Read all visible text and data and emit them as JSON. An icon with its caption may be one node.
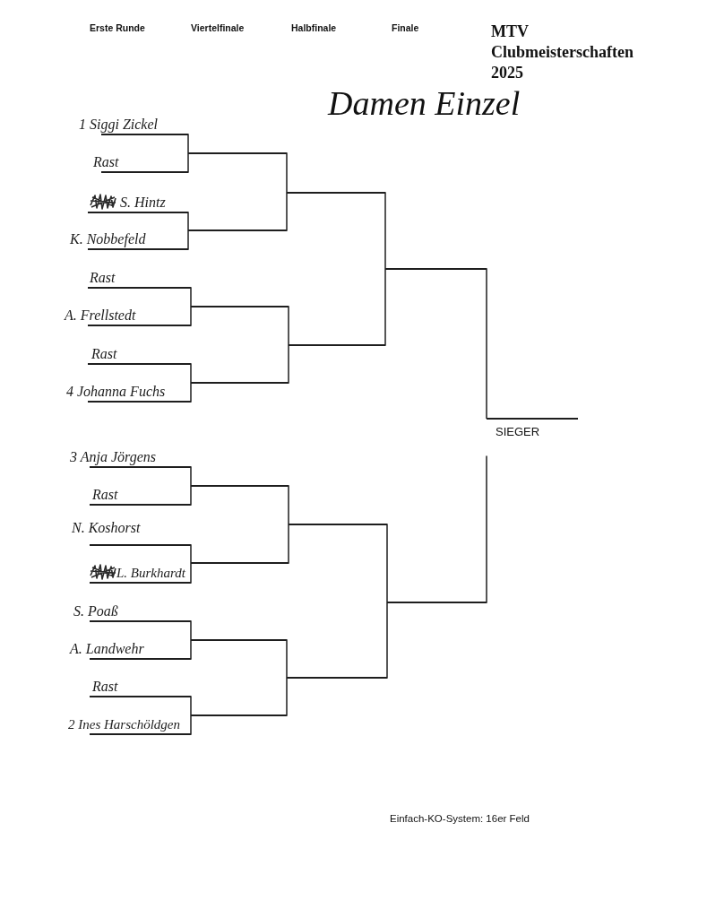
{
  "diagram": {
    "title": "MTV Clubmeisterschaften 2025",
    "caption": "Einfach-KO-System: 16er Feld",
    "nodes": [
      {
        "text": [
          "1 Siggi Zickel"
        ]
      },
      {
        "text": [
          "Rast"
        ]
      },
      {
        "text": [
          "S. Hintz"
        ]
      },
      {
        "text": [
          "K. Nobbefeld"
        ]
      },
      {
        "text": [
          "Rast"
        ]
      },
      {
        "text": [
          "A. Frellstedt"
        ]
      },
      {
        "text": [
          "Rast"
        ]
      },
      {
        "text": [
          "4 Johanna Fuchs"
        ]
      },
      {
        "text": [
          "3 Anja Jörgens"
        ]
      },
      {
        "text": [
          "Rast"
        ]
      },
      {
        "text": [
          "N. Koshorst"
        ]
      },
      {
        "text": [
          "L. Burkhardt"
        ]
      },
      {
        "text": [
          "S. Poaß"
        ]
      },
      {
        "text": [
          "A. Landwehr"
        ]
      },
      {
        "text": [
          "Rast"
        ]
      },
      {
        "text": [
          "2 Ines Harschöldgen"
        ]
      },
      {
        "text": [],
        "shape": "line"
      },
      {
        "text": [],
        "shape": "line"
      },
      {
        "text": [],
        "shape": "line"
      },
      {
        "text": [],
        "shape": "line"
      },
      {
        "text": [],
        "shape": "line"
      },
      {
        "text": [],
        "shape": "line"
      },
      {
        "text": [],
        "shape": "line"
      },
      {
        "text": [],
        "shape": "line"
      },
      {
        "text": [],
        "shape": "line"
      },
      {
        "text": [],
        "shape": "line"
      },
      {
        "text": [],
        "shape": "line"
      },
      {
        "text": [],
        "shape": "line"
      },
      {
        "text": [],
        "shape": "line"
      },
      {
        "text": [],
        "shape": "line"
      },
      {
        "text": [
          "SIEGER"
        ]
      }
    ],
    "edges": [
      {
        "from": 0,
        "to": 16,
        "arrow": "none"
      },
      {
        "from": 1,
        "to": 16,
        "arrow": "none"
      },
      {
        "from": 2,
        "to": 17,
        "arrow": "none"
      },
      {
        "from": 3,
        "to": 17,
        "arrow": "none"
      },
      {
        "from": 4,
        "to": 18,
        "arrow": "none"
      },
      {
        "from": 5,
        "to": 18,
        "arrow": "none"
      },
      {
        "from": 6,
        "to": 19,
        "arrow": "none"
      },
      {
        "from": 7,
        "to": 19,
        "arrow": "none"
      },
      {
        "from": 8,
        "to": 20,
        "arrow": "none"
      },
      {
        "from": 9,
        "to": 20,
        "arrow": "none"
      },
      {
        "from": 10,
        "to": 21,
        "arrow": "none"
      },
      {
        "from": 11,
        "to": 21,
        "arrow": "none"
      },
      {
        "from": 12,
        "to": 22,
        "arrow": "none"
      },
      {
        "from": 13,
        "to": 22,
        "arrow": "none"
      },
      {
        "from": 14,
        "to": 23,
        "arrow": "none"
      },
      {
        "from": 15,
        "to": 23,
        "arrow": "none"
      },
      {
        "from": 16,
        "to": 24,
        "arrow": "none"
      },
      {
        "from": 17,
        "to": 24,
        "arrow": "none"
      },
      {
        "from": 18,
        "to": 25,
        "arrow": "none"
      },
      {
        "from": 19,
        "to": 25,
        "arrow": "none"
      },
      {
        "from": 20,
        "to": 26,
        "arrow": "none"
      },
      {
        "from": 21,
        "to": 26,
        "arrow": "none"
      },
      {
        "from": 22,
        "to": 27,
        "arrow": "none"
      },
      {
        "from": 23,
        "to": 27,
        "arrow": "none"
      },
      {
        "from": 24,
        "to": 28,
        "arrow": "none"
      },
      {
        "from": 25,
        "to": 28,
        "arrow": "none"
      },
      {
        "from": 26,
        "to": 29,
        "arrow": "none"
      },
      {
        "from": 27,
        "to": 29,
        "arrow": "none"
      },
      {
        "from": 28,
        "to": 30,
        "arrow": "none"
      },
      {
        "from": 29,
        "to": 30,
        "arrow": "none"
      }
    ],
    "labels": [
      "Erste Runde",
      "Viertelfinale",
      "Halbfinale",
      "Finale",
      "Damen Einzel"
    ]
  }
}
